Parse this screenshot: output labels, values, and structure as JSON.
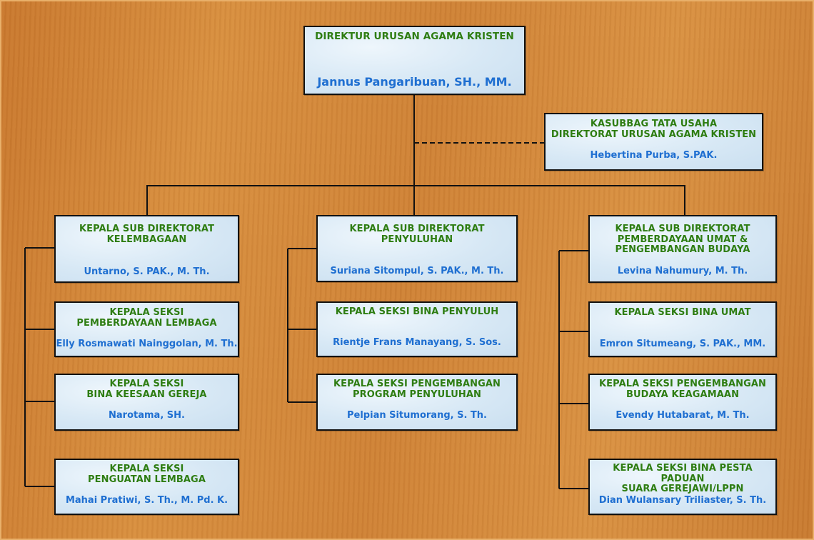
{
  "org": {
    "director": {
      "title": "DIREKTUR URUSAN AGAMA KRISTEN",
      "name": "Jannus Pangaribuan, SH., MM."
    },
    "admin": {
      "title": "KASUBBAG TATA USAHA\nDIREKTORAT URUSAN AGAMA KRISTEN",
      "name": "Hebertina Purba, S.PAK."
    },
    "col1": {
      "head": {
        "title": "KEPALA SUB DIREKTORAT\nKELEMBAGAAN",
        "name": "Untarno, S. PAK., M. Th."
      },
      "sections": [
        {
          "title": "KEPALA SEKSI\nPEMBERDAYAAN LEMBAGA",
          "name": "Elly Rosmawati Nainggolan, M. Th."
        },
        {
          "title": "KEPALA SEKSI\nBINA KEESAAN GEREJA",
          "name": "Narotama, SH."
        },
        {
          "title": "KEPALA SEKSI\nPENGUATAN LEMBAGA",
          "name": "Mahai Pratiwi, S. Th., M. Pd. K."
        }
      ]
    },
    "col2": {
      "head": {
        "title": "KEPALA SUB DIREKTORAT\nPENYULUHAN",
        "name": "Suriana Sitompul, S. PAK., M. Th."
      },
      "sections": [
        {
          "title": "KEPALA SEKSI BINA PENYULUH",
          "name": "Rientje Frans Manayang, S. Sos."
        },
        {
          "title": "KEPALA SEKSI PENGEMBANGAN\nPROGRAM PENYULUHAN",
          "name": "Pelpian Situmorang, S. Th."
        }
      ]
    },
    "col3": {
      "head": {
        "title": "KEPALA SUB DIREKTORAT\nPEMBERDAYAAN UMAT &\nPENGEMBANGAN BUDAYA",
        "name": "Levina Nahumury, M. Th."
      },
      "sections": [
        {
          "title": "KEPALA SEKSI BINA UMAT",
          "name": "Emron Situmeang, S. PAK., MM."
        },
        {
          "title": "KEPALA SEKSI PENGEMBANGAN\nBUDAYA KEAGAMAAN",
          "name": "Evendy Hutabarat, M. Th."
        },
        {
          "title": "KEPALA SEKSI BINA PESTA PADUAN\nSUARA GEREJAWI/LPPN",
          "name": "Dian Wulansary Triliaster, S. Th."
        }
      ]
    }
  },
  "colors": {
    "title": "#2e7d12",
    "name": "#1f6fd1",
    "line": "#111111"
  }
}
